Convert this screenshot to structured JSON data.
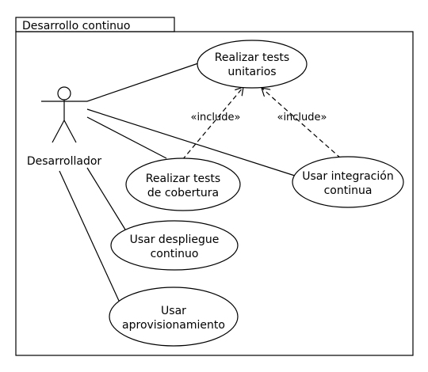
{
  "frame": {
    "title": "Desarrollo continuo"
  },
  "actor": {
    "name": "Desarrollador"
  },
  "use_cases": {
    "realizar_tests_unitarios": {
      "line1": "Realizar tests",
      "line2": "unitarios"
    },
    "realizar_tests_cobertura": {
      "line1": "Realizar tests",
      "line2": "de cobertura"
    },
    "usar_integracion_continua": {
      "line1": "Usar integración",
      "line2": "continua"
    },
    "usar_despliegue_continuo": {
      "line1": "Usar despliegue",
      "line2": "continuo"
    },
    "usar_aprovisionamiento": {
      "line1": "Usar",
      "line2": "aprovisionamiento"
    }
  },
  "relations": {
    "include_left": "«include»",
    "include_right": "«include»"
  }
}
